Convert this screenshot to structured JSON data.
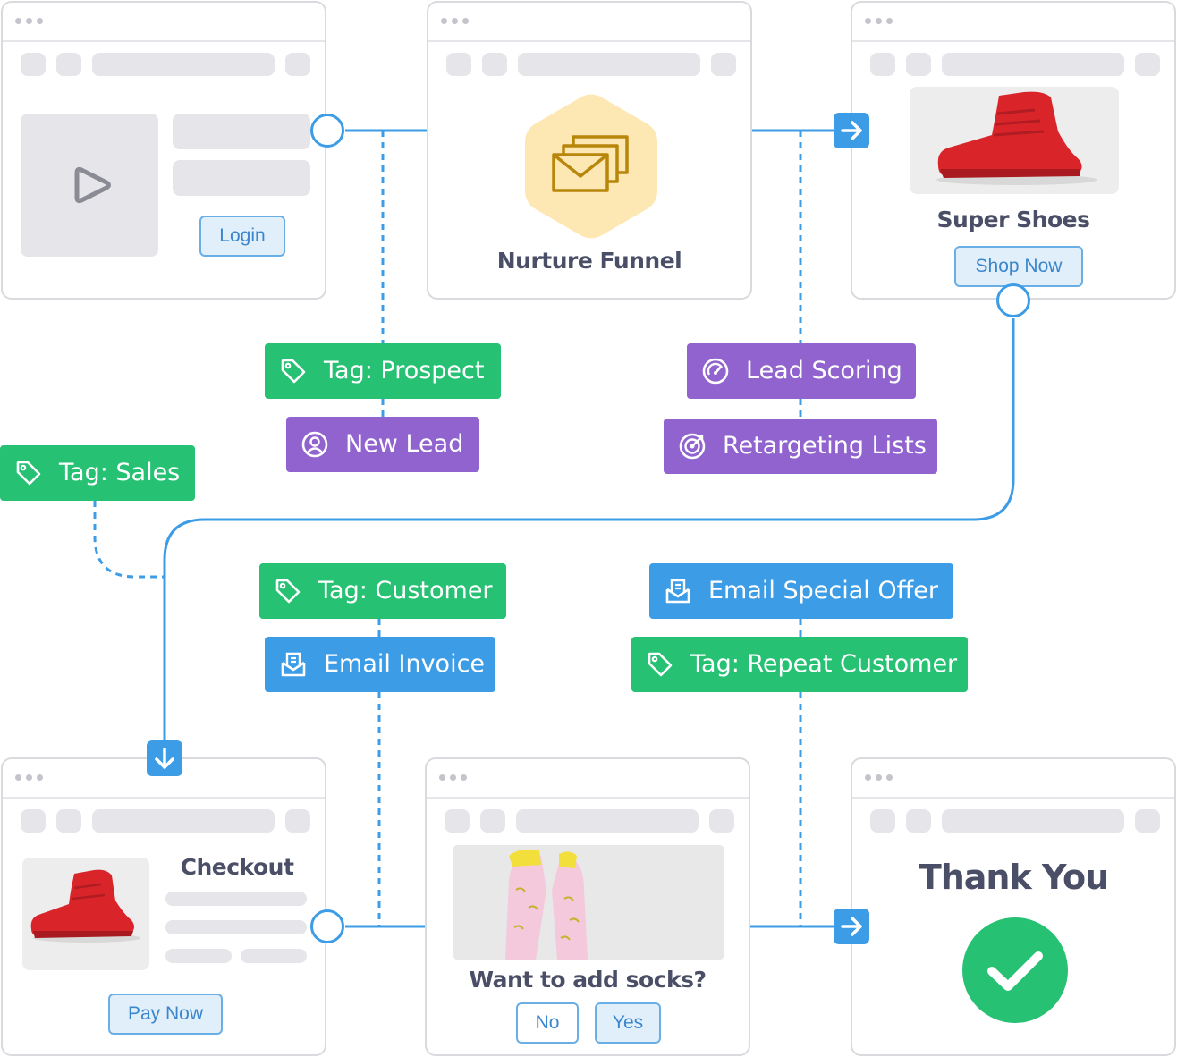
{
  "windows": {
    "login": {
      "button": "Login"
    },
    "nurture": {
      "title": "Nurture Funnel"
    },
    "shoes": {
      "title": "Super Shoes",
      "button": "Shop Now"
    },
    "checkout": {
      "title": "Checkout",
      "button": "Pay Now"
    },
    "socks": {
      "title": "Want to add socks?",
      "no_button": "No",
      "yes_button": "Yes"
    },
    "thankyou": {
      "title": "Thank You"
    }
  },
  "tags": {
    "prospect": {
      "label": "Tag: Prospect",
      "icon": "tag-icon",
      "color": "#27c174"
    },
    "new_lead": {
      "label": "New Lead",
      "icon": "user-circle-icon",
      "color": "#9163cf"
    },
    "lead_scoring": {
      "label": "Lead Scoring",
      "icon": "gauge-icon",
      "color": "#9163cf"
    },
    "retargeting": {
      "label": "Retargeting Lists",
      "icon": "target-icon",
      "color": "#9163cf"
    },
    "sales": {
      "label": "Tag: Sales",
      "icon": "tag-icon",
      "color": "#27c174"
    },
    "customer": {
      "label": "Tag: Customer",
      "icon": "tag-icon",
      "color": "#27c174"
    },
    "email_invoice": {
      "label": "Email Invoice",
      "icon": "email-icon",
      "color": "#3d9ce6"
    },
    "email_offer": {
      "label": "Email Special Offer",
      "icon": "email-icon",
      "color": "#3d9ce6"
    },
    "repeat_customer": {
      "label": "Tag: Repeat Customer",
      "icon": "tag-icon",
      "color": "#27c174"
    }
  },
  "colors": {
    "connector": "#3d9ce6",
    "success": "#27c174",
    "title_text": "#4a4e66"
  }
}
